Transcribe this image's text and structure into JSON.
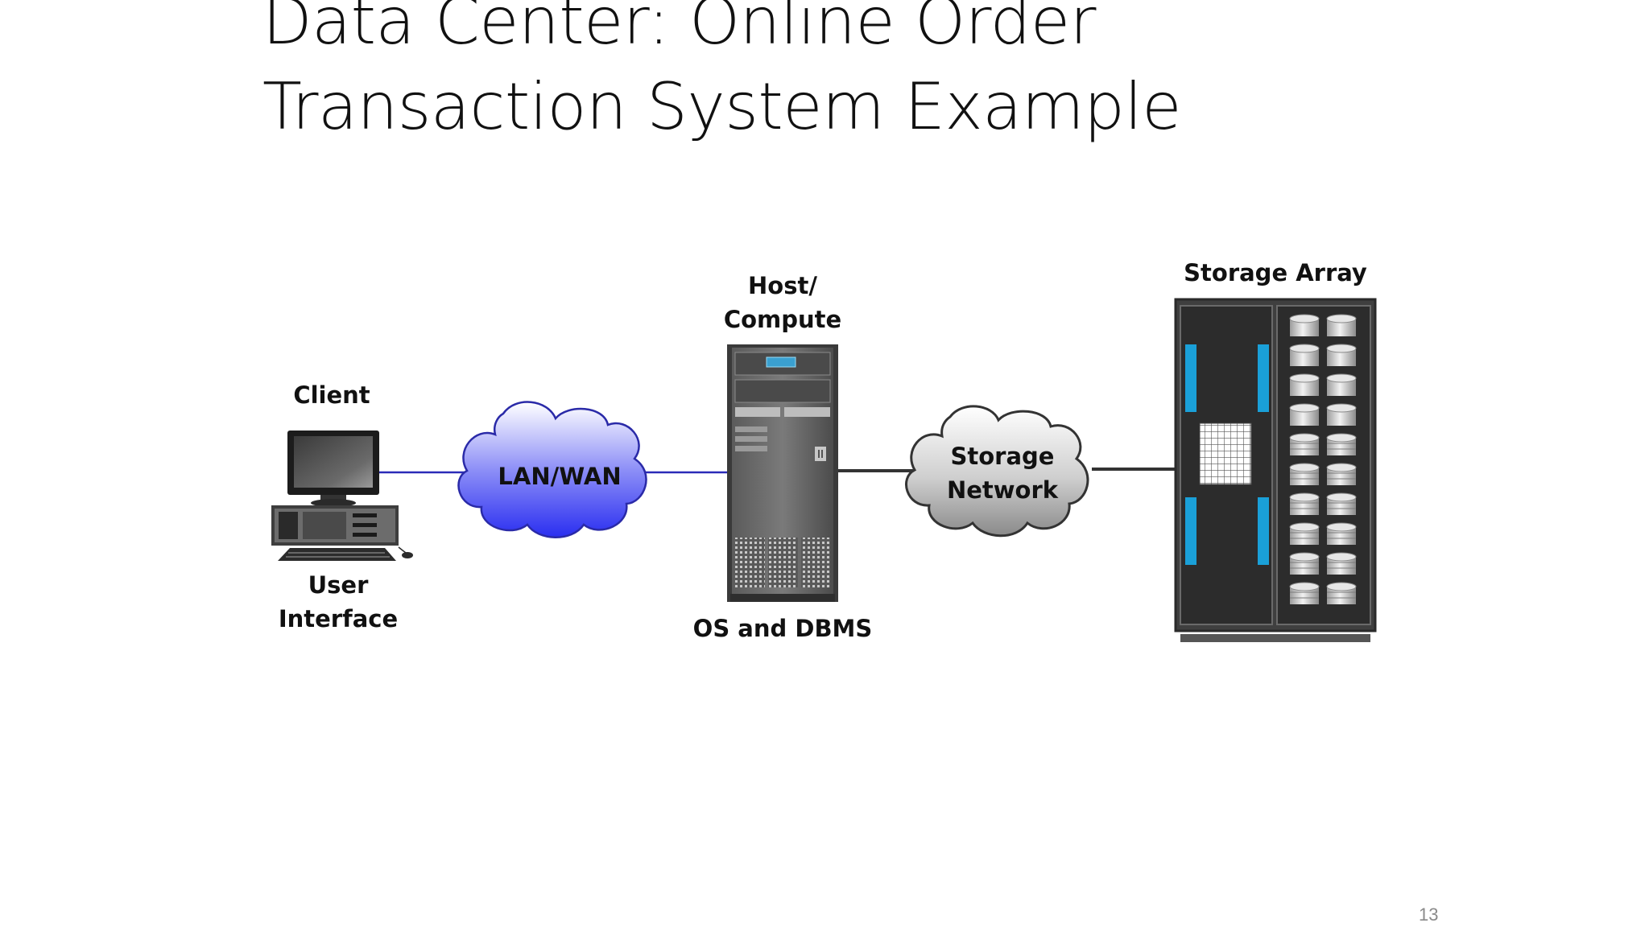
{
  "slide": {
    "title_line1": "Data Center: Online Order",
    "title_line2": "Transaction System Example",
    "page_number": "13"
  },
  "diagram": {
    "client": {
      "label": "Client",
      "sublabel_line1": "User",
      "sublabel_line2": "Interface"
    },
    "lan_wan": {
      "label": "LAN/WAN",
      "color": "#3b3ff0"
    },
    "host": {
      "label_line1": "Host/",
      "label_line2": "Compute",
      "sublabel": "OS and DBMS"
    },
    "storage_network": {
      "label_line1": "Storage",
      "label_line2": "Network",
      "color": "#b9b9b9"
    },
    "storage_array": {
      "label": "Storage Array",
      "accent": "#1aa0d8"
    },
    "link_colors": {
      "client_to_host": "#2b2bb8",
      "host_to_storage": "#333333"
    }
  }
}
